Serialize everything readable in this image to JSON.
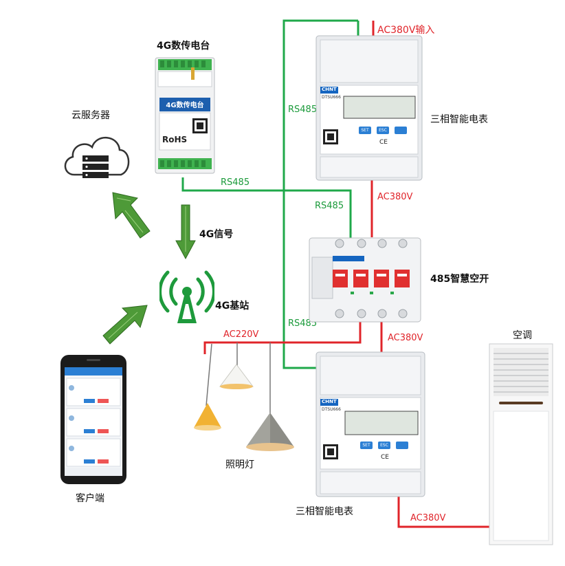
{
  "colors": {
    "green_wire": "#1fa84a",
    "red_wire": "#e0242a",
    "meter_body": "#e9ebee",
    "meter_accent": "#1565c0",
    "breaker_red": "#e03030",
    "arrow_green": "#3b8a2c",
    "tower_green": "#1e9a3c",
    "phone_bg": "#1b1b1b",
    "app_blue": "#2b7fd4"
  },
  "labels": {
    "dtu_title": "4G数传电台",
    "dtu_panel": "4G数传电台",
    "dtu_rohs": "RoHS",
    "cloud": "云服务器",
    "signal_4g": "4G信号",
    "base_station": "4G基站",
    "client": "客户端",
    "lighting": "照明灯",
    "meter_top": "三相智能电表",
    "meter_bottom": "三相智能电表",
    "breaker": "485智慧空开",
    "aircon": "空调",
    "ac380_input": "AC380V输入",
    "ac380_1": "AC380V",
    "ac380_2": "AC380V",
    "ac380_3": "AC380V",
    "ac220": "AC220V",
    "rs485_a": "RS485",
    "rs485_b": "RS485",
    "rs485_c": "RS485",
    "rs485_d": "RS485",
    "meter_brand": "CHNT",
    "meter_model": "DTSU666",
    "btn_set": "SET",
    "btn_esc": "ESC",
    "ce": "CE"
  },
  "icons": {
    "cloud": "cloud-server-icon",
    "tower": "antenna-tower-icon",
    "arrow": "upload-arrow-icon"
  }
}
